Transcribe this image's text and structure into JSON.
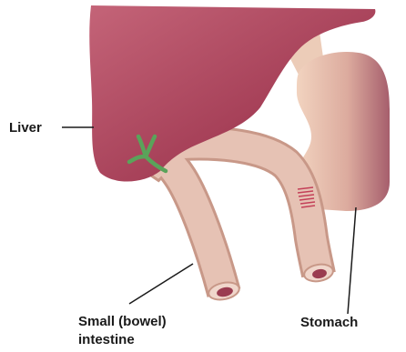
{
  "labels": {
    "liver": "Liver",
    "small_intestine_line1": "Small (bowel)",
    "small_intestine_line2": "intestine",
    "stomach": "Stomach"
  },
  "colors": {
    "liver_light": "#c46478",
    "liver_dark": "#8c2e45",
    "tube_fill": "#e3bcae",
    "tube_edge": "#b48474",
    "stomach_light": "#f0d0bc",
    "stomach_dark": "#a65e6c",
    "bile_duct": "#5aa35a",
    "sphincter": "#c44058",
    "leader_line": "#1a1a1a"
  }
}
